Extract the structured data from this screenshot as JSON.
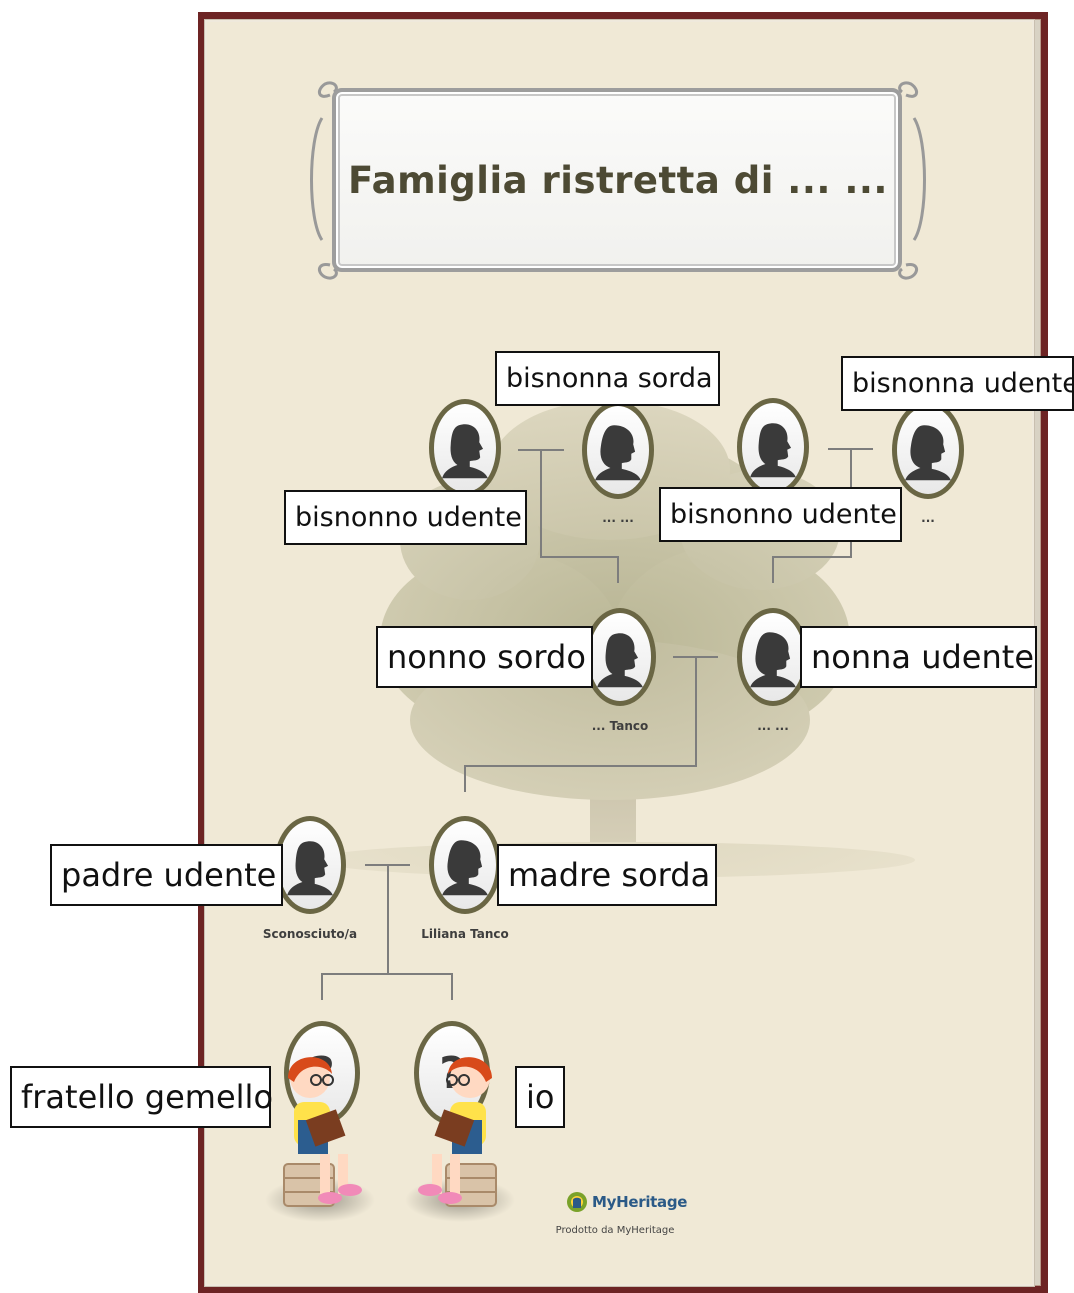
{
  "title": "Famiglia ristretta di ... ...",
  "callouts": {
    "great_grandmother_deaf": "bisnonna sorda",
    "great_grandmother_hearing": "bisnonna udente",
    "great_grandfather_hearing_1": "bisnonno udente",
    "great_grandfather_hearing_2": "bisnonno udente",
    "grandfather_deaf": "nonno sordo",
    "grandmother_hearing": "nonna udente",
    "father_hearing": "padre udente",
    "mother_deaf": "madre sorda",
    "twin_brother": "fratello gemello",
    "me": "io"
  },
  "captions": {
    "great_grandmother_1": "... ...",
    "great_grandmother_2": "...",
    "grandfather": "... Tanco",
    "grandmother": "... ...",
    "father": "Sconosciuto/a",
    "mother": "Liliana Tanco"
  },
  "footer": {
    "logo_text": "MyHeritage",
    "credit": "Prodotto da MyHeritage"
  },
  "colors": {
    "frame": "#6d2424",
    "poster_background": "#f0e9d6",
    "oval_border": "#5c5a3a",
    "silhouette": "#3a3a3a",
    "connector": "#7d7d7d",
    "title_text": "#4d4a34",
    "logo_blue": "#2b5a87",
    "logo_green": "#7aa22a"
  },
  "icons": [
    "male-silhouette-icon",
    "female-silhouette-icon",
    "question-mark-icon",
    "child-reading-icon",
    "tree-icon",
    "myheritage-logo-icon"
  ]
}
